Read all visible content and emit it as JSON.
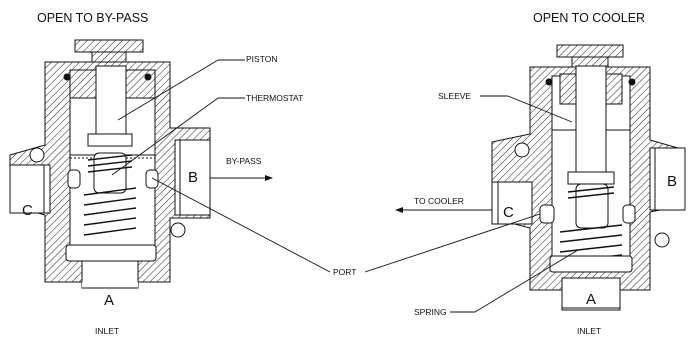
{
  "left_view": {
    "title": "OPEN TO BY-PASS",
    "ports": {
      "top_right": "B",
      "left": "C",
      "bottom": "A"
    },
    "callouts": {
      "piston": "PISTON",
      "thermostat": "THERMOSTAT",
      "bypass": "BY-PASS",
      "inlet": "INLET"
    }
  },
  "right_view": {
    "title": "OPEN TO COOLER",
    "ports": {
      "top_right": "B",
      "left": "C",
      "bottom": "A"
    },
    "callouts": {
      "sleeve": "SLEEVE",
      "to_cooler": "TO COOLER",
      "spring": "SPRING",
      "inlet": "INLET"
    }
  },
  "shared_callouts": {
    "port": "PORT"
  },
  "colors": {
    "line": "#111111",
    "background": "#ffffff"
  }
}
